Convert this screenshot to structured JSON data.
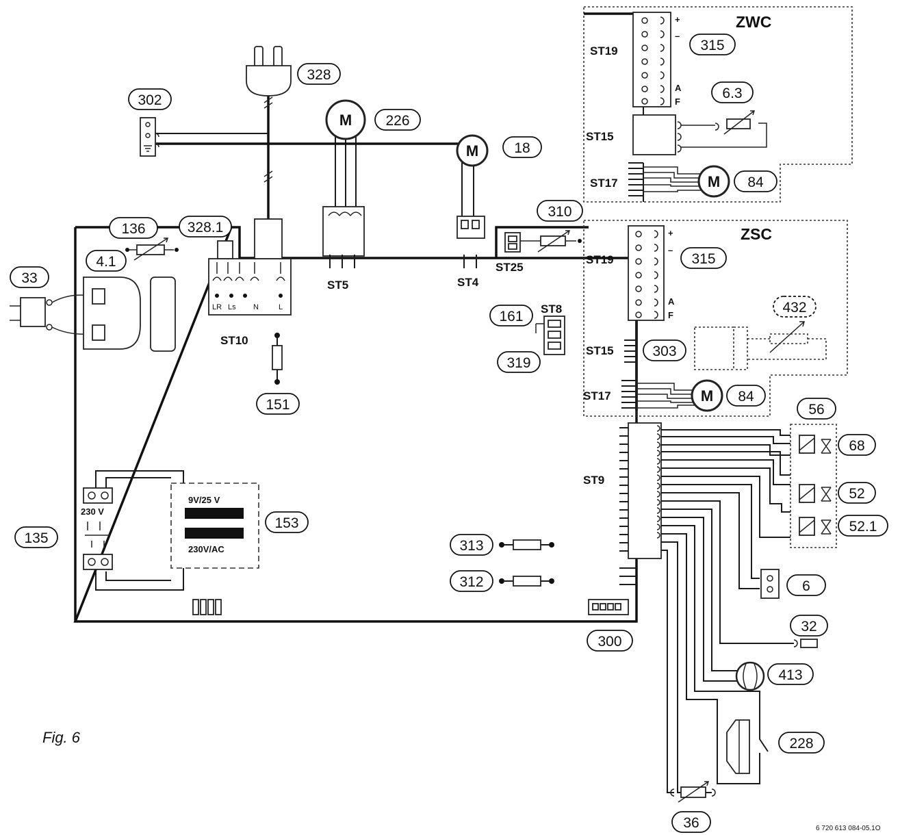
{
  "callouts": {
    "c328": "328",
    "c302": "302",
    "c226": "226",
    "c18": "18",
    "c136": "136",
    "c328_1": "328.1",
    "c310": "310",
    "c33": "33",
    "c4_1": "4.1",
    "c161": "161",
    "c319": "319",
    "c151": "151",
    "c153": "153",
    "c135": "135",
    "c313": "313",
    "c312": "312",
    "c300": "300",
    "c315_zwc": "315",
    "c6_3": "6.3",
    "c84_zwc": "84",
    "c315_zsc": "315",
    "c432": "432",
    "c303": "303",
    "c84_zsc": "84",
    "c56": "56",
    "c68": "68",
    "c52": "52",
    "c52_1": "52.1",
    "c6": "6",
    "c32": "32",
    "c413": "413",
    "c228": "228",
    "c36": "36"
  },
  "connectors": {
    "st10": "ST10",
    "st5": "ST5",
    "st4": "ST4",
    "st25": "ST25",
    "st8": "ST8",
    "st9": "ST9",
    "zwc_st19": "ST19",
    "zwc_st15": "ST15",
    "zwc_st17": "ST17",
    "zsc_st19": "ST19",
    "zsc_st15": "ST15",
    "zsc_st17": "ST17"
  },
  "modules": {
    "zwc": "ZWC",
    "zsc": "ZSC"
  },
  "pins": {
    "lr": "LR",
    "ls": "Ls",
    "n": "N",
    "l": "L",
    "plus": "+",
    "minus": "–",
    "a": "A",
    "f": "F"
  },
  "transformer": {
    "top": "9V/25 V",
    "bottom": "230V/AC",
    "switch": "230 V"
  },
  "motor_symbol": "M",
  "figure": {
    "caption": "Fig. 6",
    "code": "6 720 613 084-05.1O"
  }
}
